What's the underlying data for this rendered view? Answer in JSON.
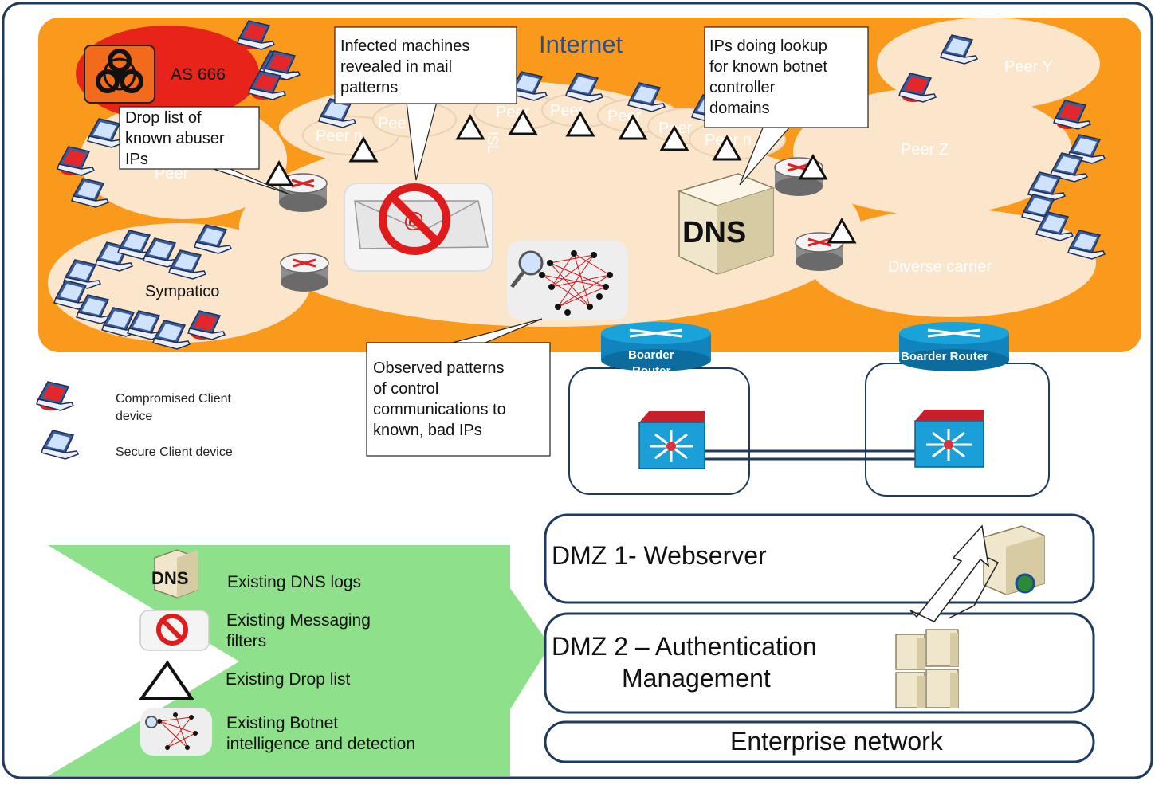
{
  "internet": {
    "title": "Internet",
    "as666": "AS 666",
    "sympatico": "Sympatico",
    "peer_y": "Peer Y",
    "peer_z": "Peer Z",
    "diverse_carrier": "Diverse carrier",
    "peer_left": "Peer",
    "peer_labels": [
      "Peer n",
      "Pee",
      "Peer",
      "Peer",
      "Peer",
      "Peer",
      "Peer",
      "Peer n"
    ],
    "isl": "ISL",
    "dns_label": "DNS"
  },
  "callouts": {
    "drop_list": [
      "Drop list of",
      "known abuser",
      "IPs"
    ],
    "infected": [
      "Infected machines",
      "revealed in mail",
      "patterns"
    ],
    "dns_lookup": [
      "IPs doing lookup",
      "for known botnet",
      "controller",
      "domains"
    ],
    "observed": [
      "Observed patterns",
      "of control",
      "communications to",
      "known, bad IPs"
    ]
  },
  "routers": {
    "left": [
      "Boarder",
      "Router"
    ],
    "right": "Boarder Router"
  },
  "legend": {
    "compromised": [
      "Compromised Client",
      "device"
    ],
    "secure": "Secure Client device"
  },
  "zones": {
    "dmz1": "DMZ 1- Webserver",
    "dmz2_line1": "DMZ 2 – Authentication",
    "dmz2_line2": "Management",
    "enterprise": "Enterprise network"
  },
  "existing": {
    "dns": "Existing DNS logs",
    "messaging": [
      "Existing Messaging",
      "filters"
    ],
    "drop": "Existing Drop list",
    "botnet": [
      "Existing Botnet",
      "intelligence and detection"
    ],
    "dns_icon": "DNS"
  },
  "icons": {
    "biohazard": "biohazard-icon",
    "laptop": "laptop-icon",
    "router": "router-icon",
    "switch": "switch-icon",
    "server": "server-icon",
    "no_mail": "blocked-mail-icon",
    "botnet": "botnet-graph-icon",
    "triangle": "warning-triangle-icon"
  },
  "colors": {
    "internet_orange": "#FA9A1C",
    "cloud": "#FBE6CC",
    "as666_red": "#E8231A",
    "arrow_green": "#8EE08A",
    "frame_navy": "#1F3A5F",
    "router_blue": "#1AA3D9"
  }
}
